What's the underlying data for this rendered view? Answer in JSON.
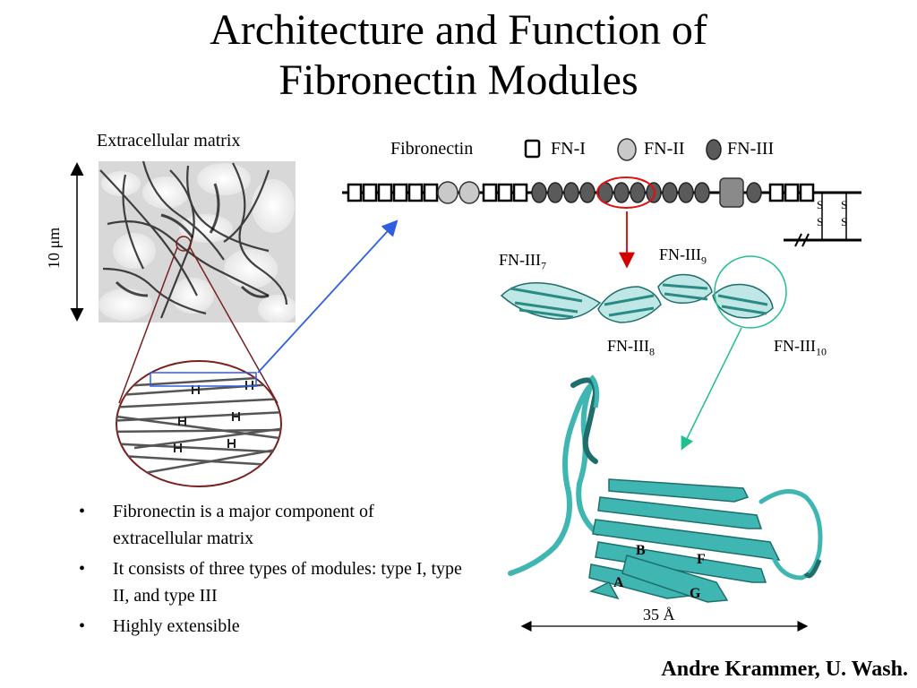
{
  "title_line1": "Architecture and Function of",
  "title_line2": "Fibronectin Modules",
  "ecm_label": "Extracellular matrix",
  "scale_label": "10 μm",
  "legend": {
    "protein": "Fibronectin",
    "type1": "FN-I",
    "type2": "FN-II",
    "type3": "FN-III"
  },
  "module_labels": {
    "fn7": "FN-III",
    "fn7_sub": "7",
    "fn8": "FN-III",
    "fn8_sub": "8",
    "fn9": "FN-III",
    "fn9_sub": "9",
    "fn10": "FN-III",
    "fn10_sub": "10"
  },
  "ss_label": "S",
  "strands": {
    "a": "A",
    "b": "B",
    "f": "F",
    "g": "G"
  },
  "dimension": "35 Å",
  "bullets": [
    "Fibronectin is a major component of extracellular matrix",
    "It consists of three types of modules: type I, type II, and type III",
    "Highly extensible"
  ],
  "credit": "Andre Krammer, U. Wash.",
  "colors": {
    "teal": "#3fb6b2",
    "teal_dark": "#1e6f6c",
    "zoom_circle": "#7a1f1f",
    "blue_arrow": "#2f5fe0",
    "red_arrow": "#d40000",
    "green_arrow": "#1fbf8f",
    "type2_fill": "#c9c9c9",
    "type3_fill": "#5a5a5a"
  }
}
